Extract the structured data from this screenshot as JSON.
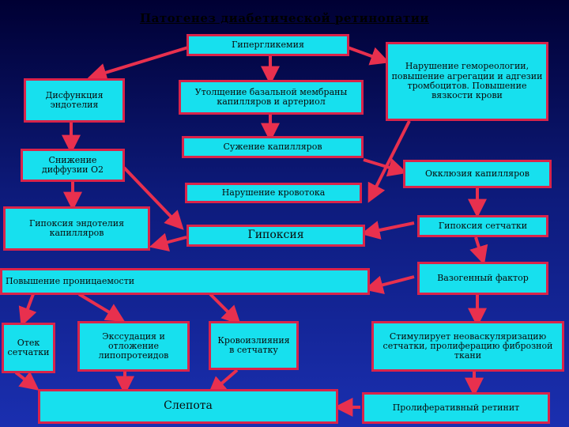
{
  "title": "Патогенез диабетической ретинопатии",
  "nodes": {
    "hyperglycemia": "Гипергликемия",
    "endothelial_dysfunction": "Дисфункция эндотелия",
    "membrane_thickening": "Утолщение базальной мембраны капилляров и артериол",
    "hemorheology": "Нарушение гемореологии, повышение агрегации и адгезии тромбоцитов. Повышение вязкости крови",
    "diffusion_decrease": "Снижение диффузии О2",
    "capillary_narrowing": "Сужение капилляров",
    "capillary_occlusion": "Окклюзия капилляров",
    "blood_flow_disorder": "Нарушение кровотока",
    "endothelial_hypoxia": "Гипоксия эндотелия капилляров",
    "hypoxia": "Гипоксия",
    "retinal_hypoxia": "Гипоксия сетчатки",
    "permeability_increase": "Повышение проницаемости",
    "vasogenic_factor": "Вазогенный фактор",
    "retinal_edema": "Отек сетчатки",
    "exudation": "Экссудация и отложение липопротеидов",
    "hemorrhage": "Кровоизлияния в сетчатку",
    "neovascularization": "Стимулирует неоваскуляризацию сетчатки, пролиферацию фиброзной ткани",
    "blindness": "Слепота",
    "proliferative_retinitis": "Пролиферативный ретинит"
  },
  "colors": {
    "box_fill": "#17e0ee",
    "box_border": "#d9244a",
    "arrow": "#e8304e"
  }
}
